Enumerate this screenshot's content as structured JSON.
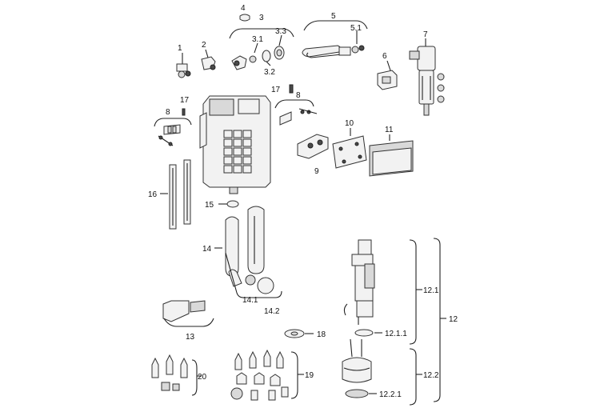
{
  "labels": {
    "p1": "1",
    "p2": "2",
    "p3": "3",
    "p3_1": "3.1",
    "p3_2": "3.2",
    "p3_3": "3.3",
    "p4": "4",
    "p5": "5",
    "p5_1": "5.1",
    "p6": "6",
    "p7": "7",
    "p8a": "8",
    "p8b": "8",
    "p9": "9",
    "p10": "10",
    "p11": "11",
    "p12": "12",
    "p12_1": "12.1",
    "p12_1_1": "12.1.1",
    "p12_2": "12.2",
    "p12_2_1": "12.2.1",
    "p13": "13",
    "p14": "14",
    "p14_1": "14.1",
    "p14_2": "14.2",
    "p15": "15",
    "p16": "16",
    "p17a": "17",
    "p17b": "17",
    "p18": "18",
    "p19": "19",
    "p20": "20"
  }
}
